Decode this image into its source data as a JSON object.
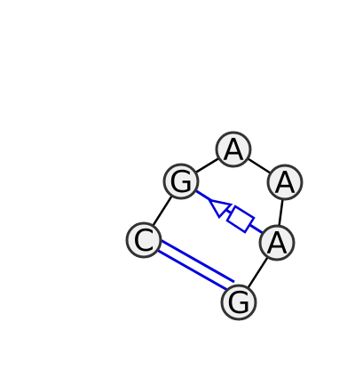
{
  "nucleotides": [
    {
      "id": "n1",
      "letter": "C"
    },
    {
      "id": "n2",
      "letter": "G"
    },
    {
      "id": "n3",
      "letter": "A"
    },
    {
      "id": "n4",
      "letter": "A"
    },
    {
      "id": "n5",
      "letter": "A"
    },
    {
      "id": "n6",
      "letter": "G"
    }
  ],
  "colors": {
    "basepair": "#0000dd",
    "backbone": "#000000",
    "node_fill": "#f0f0f0",
    "node_stroke": "#333333"
  }
}
